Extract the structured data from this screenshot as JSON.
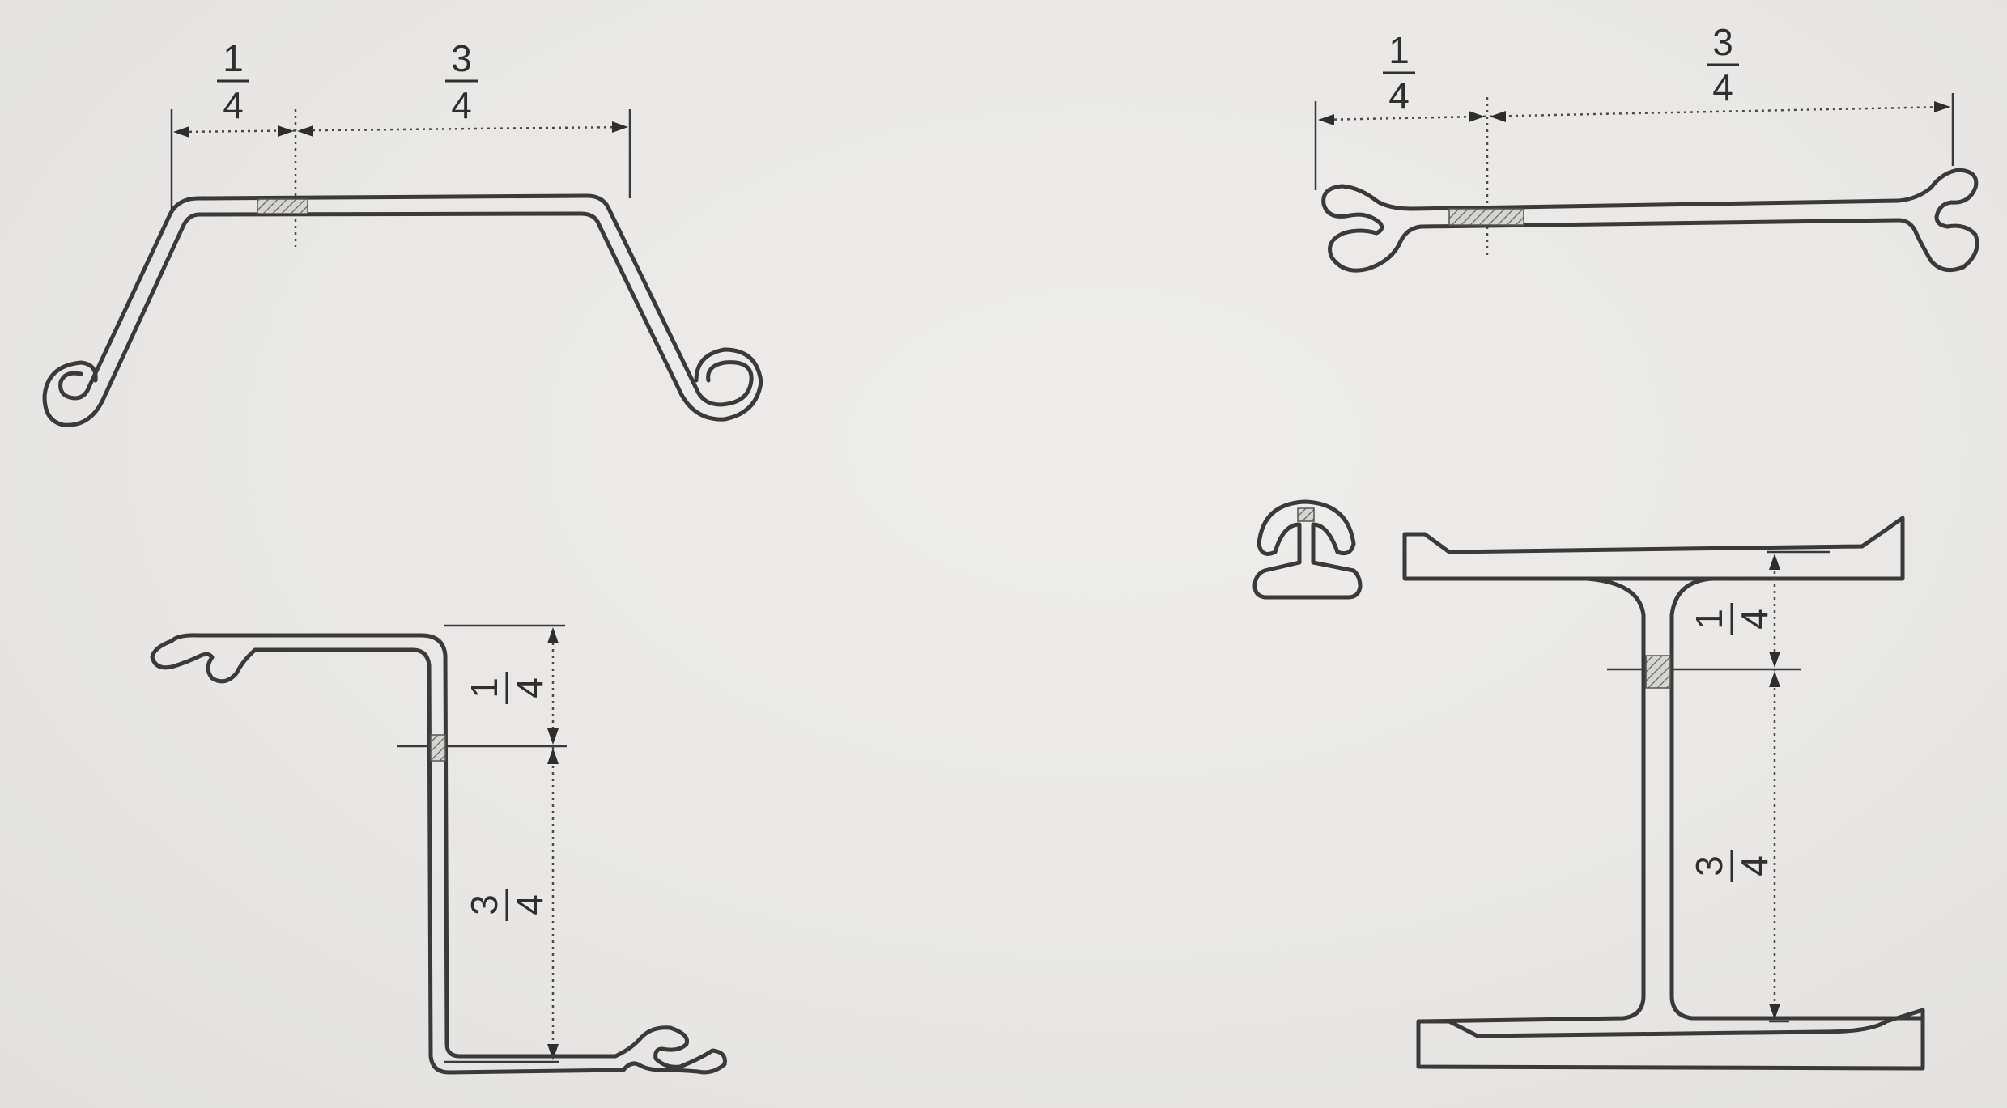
{
  "figure": {
    "background_color": "#e9e8e6",
    "line_color": "#3a3a3a"
  },
  "profiles": [
    {
      "id": "hat-profile",
      "labels": [
        {
          "numerator": "1",
          "denominator": "4"
        },
        {
          "numerator": "3",
          "denominator": "4"
        }
      ]
    },
    {
      "id": "flat-profile",
      "labels": [
        {
          "numerator": "1",
          "denominator": "4"
        },
        {
          "numerator": "3",
          "denominator": "4"
        }
      ]
    },
    {
      "id": "z-profile",
      "labels": [
        {
          "numerator": "1",
          "denominator": "4"
        },
        {
          "numerator": "3",
          "denominator": "4"
        }
      ]
    },
    {
      "id": "h-profile",
      "labels": [
        {
          "numerator": "1",
          "denominator": "4"
        },
        {
          "numerator": "3",
          "denominator": "4"
        }
      ]
    }
  ]
}
